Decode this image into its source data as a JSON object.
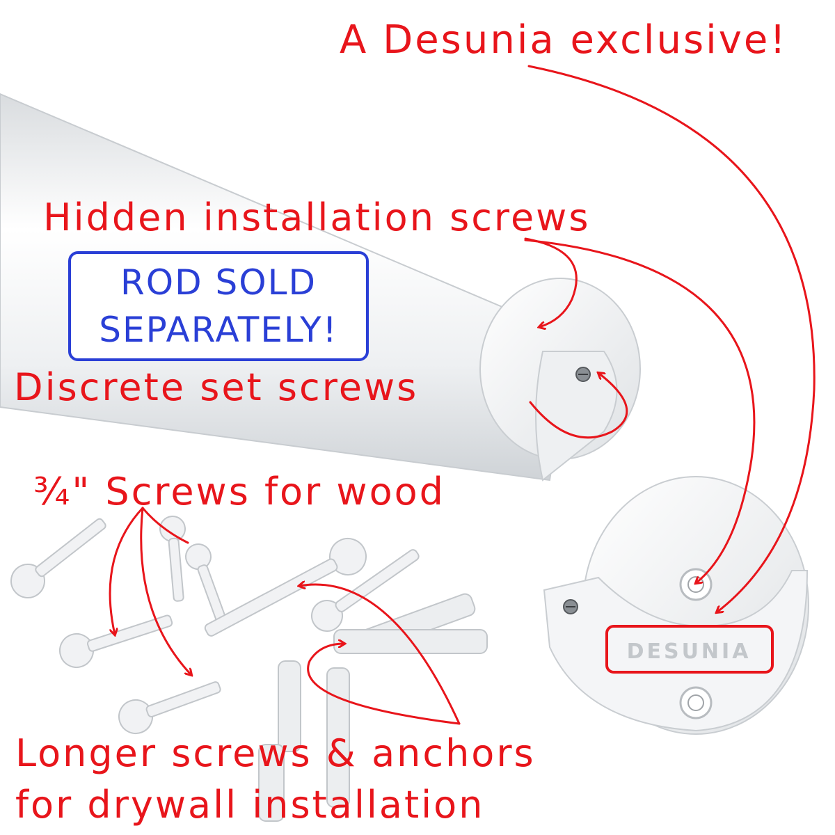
{
  "callouts": {
    "exclusive": "A Desunia exclusive!",
    "hidden_screws": "Hidden installation screws",
    "set_screws": "Discrete set screws",
    "wood_screws": "¾\" Screws for wood",
    "longer_screws_line1": "Longer screws & anchors",
    "longer_screws_line2": "for drywall installation"
  },
  "notice": {
    "line1": "ROD SOLD",
    "line2": "SEPARATELY!"
  },
  "bracket_logo": "DESUNIA",
  "colors": {
    "callout_red": "#e8151b",
    "notice_blue": "#2a3fd6",
    "hardware_white": "#f4f5f7"
  }
}
